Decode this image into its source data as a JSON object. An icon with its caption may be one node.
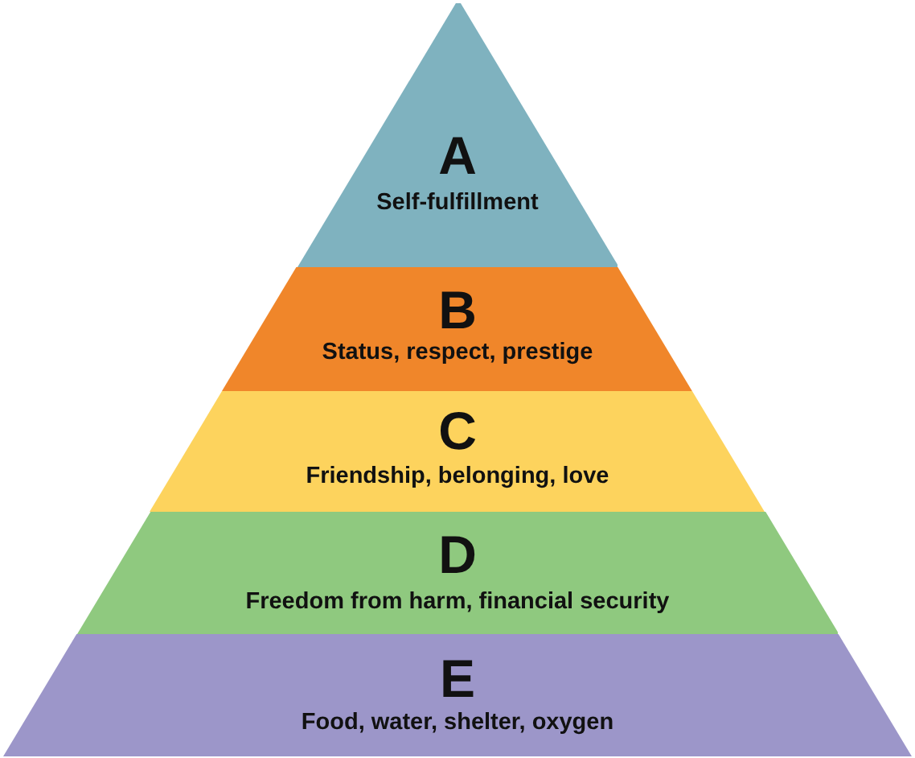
{
  "diagram": {
    "nodes": [
      {
        "text": [
          "A",
          "Self-fulfillment"
        ]
      },
      {
        "text": [
          "B",
          "Status, respect, prestige"
        ]
      },
      {
        "text": [
          "C",
          "Friendship, belonging, love"
        ]
      },
      {
        "text": [
          "D",
          "Freedom from harm, financial security"
        ]
      },
      {
        "text": [
          "E",
          "Food, water, shelter, oxygen"
        ]
      }
    ]
  }
}
